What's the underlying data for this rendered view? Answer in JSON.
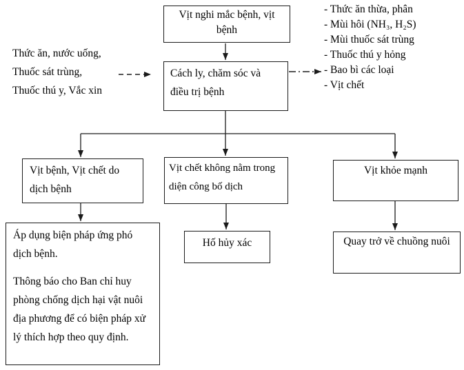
{
  "boxes": {
    "suspect": "Vịt nghi mắc bệnh, vịt bệnh",
    "isolate": "Cách ly, chăm sóc và điều trị bệnh",
    "sick": "Vịt bệnh, Vịt chết do dịch bệnh",
    "dead_undeclared": "Vịt chết không nằm trong diện công bố dịch",
    "healthy": "Vịt khỏe mạnh",
    "response_p1": "Áp dụng biện pháp ứng phó dịch bệnh.",
    "response_p2": "Thông báo cho Ban chỉ huy phòng chống dịch hại vật nuôi địa phương để có biện pháp xử lý thích hợp theo quy định.",
    "pit": "Hố hủy xác",
    "return_home": "Quay trở về chuồng nuôi"
  },
  "inputs_label": {
    "lines": [
      "Thức ăn, nước uống,",
      "Thuốc sát trùng,",
      "Thuốc thú y, Vắc xin"
    ]
  },
  "outputs_list": {
    "items": [
      "- Thức ăn thừa, phân",
      "- Mùi hôi (NH₃, H₂S)",
      "- Mùi thuốc sát trùng",
      "- Thuốc thú y hỏng",
      "- Bao bì các loại",
      "- Vịt chết"
    ]
  },
  "colors": {
    "line": "#1a1a1a",
    "background": "#ffffff",
    "text": "#000000"
  }
}
